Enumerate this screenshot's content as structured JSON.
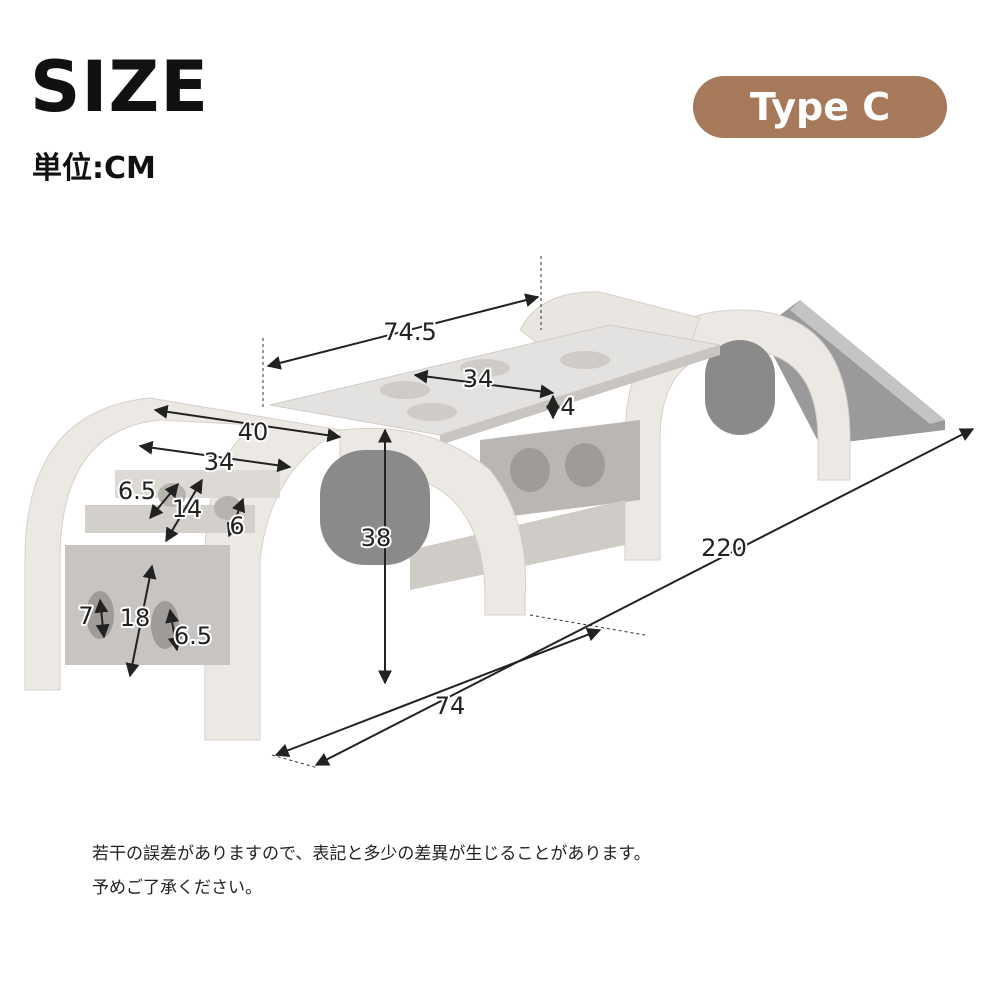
{
  "header": {
    "title": "SIZE",
    "unit": "単位:CM",
    "type_badge": "Type C"
  },
  "dimensions": {
    "board_length": "74.5",
    "board_hole_spacing": "34",
    "board_thickness": "4",
    "arch_width": "40",
    "rung_width": "34",
    "hole_small": "6.5",
    "rung_gap": "14",
    "hole_short": "6",
    "height": "38",
    "hole_height": "7",
    "step_spacing": "18",
    "hole_lower": "6.5",
    "depth": "74",
    "total_length": "220"
  },
  "notes": [
    "若干の誤差がありますので、表記と多少の差異が生じることがあります。",
    "予めご了承ください。"
  ],
  "colors": {
    "badge": "#a6795a",
    "frame": "#ece8e4",
    "panel": "#8a8a8a",
    "board": "#e4e2e0"
  }
}
